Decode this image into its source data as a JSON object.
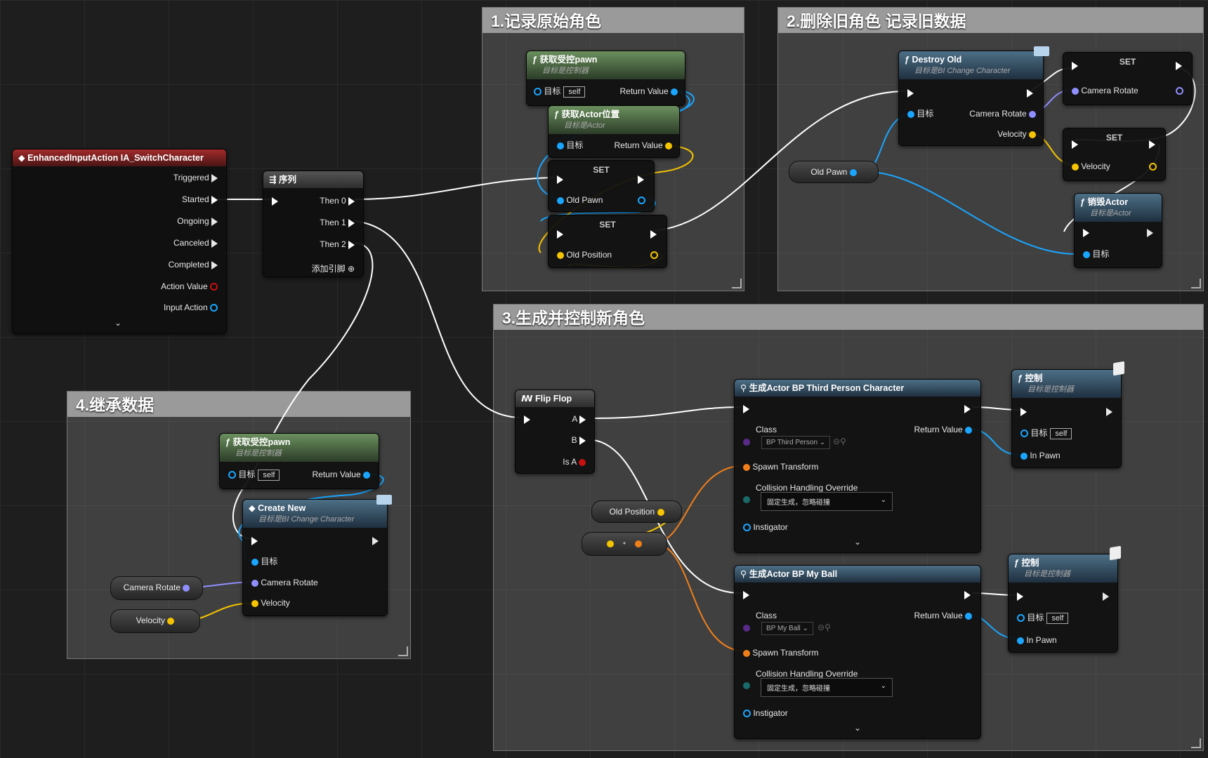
{
  "comments": {
    "c1": "1.记录原始角色",
    "c2": "2.删除旧角色 记录旧数据",
    "c3": "3.生成并控制新角色",
    "c4": "4.继承数据"
  },
  "event_node": {
    "title": "EnhancedInputAction IA_SwitchCharacter",
    "pins": [
      "Triggered",
      "Started",
      "Ongoing",
      "Canceled",
      "Completed",
      "Action Value",
      "Input Action"
    ]
  },
  "sequence": {
    "title": "序列",
    "pins": [
      "Then 0",
      "Then 1",
      "Then 2"
    ],
    "add_pin": "添加引脚"
  },
  "get_pawn_1": {
    "title": "获取受控pawn",
    "subtitle": "目标是控制器",
    "target": "目标",
    "self": "self",
    "ret": "Return Value"
  },
  "get_actor_loc": {
    "title": "获取Actor位置",
    "subtitle": "目标是Actor",
    "target": "目标",
    "ret": "Return Value"
  },
  "set_old_pawn": {
    "title": "SET",
    "var": "Old Pawn"
  },
  "set_old_position": {
    "title": "SET",
    "var": "Old Position"
  },
  "destroy_old": {
    "title": "Destroy Old",
    "subtitle": "目标是BI Change Character",
    "target": "目标",
    "cam": "Camera Rotate",
    "vel": "Velocity"
  },
  "set_cam": {
    "title": "SET",
    "var": "Camera Rotate"
  },
  "set_vel": {
    "title": "SET",
    "var": "Velocity"
  },
  "old_pawn_var": "Old Pawn",
  "destroy_actor": {
    "title": "销毁Actor",
    "subtitle": "目标是Actor",
    "target": "目标"
  },
  "flipflop": {
    "title": "Flip Flop",
    "a": "A",
    "b": "B",
    "isa": "Is A"
  },
  "old_position_var": "Old Position",
  "spawn1": {
    "title": "生成Actor BP Third Person Character",
    "class_label": "Class",
    "class_value": "BP Third Person",
    "ret": "Return Value",
    "spawn": "Spawn Transform",
    "coll": "Collision Handling Override",
    "coll_value": "固定生成，忽略碰撞",
    "inst": "Instigator"
  },
  "spawn2": {
    "title": "生成Actor BP My Ball",
    "class_label": "Class",
    "class_value": "BP My Ball",
    "ret": "Return Value",
    "spawn": "Spawn Transform",
    "coll": "Collision Handling Override",
    "coll_value": "固定生成，忽略碰撞",
    "inst": "Instigator"
  },
  "possess1": {
    "title": "控制",
    "subtitle": "目标是控制器",
    "target": "目标",
    "self": "self",
    "pawn": "In Pawn"
  },
  "possess2": {
    "title": "控制",
    "subtitle": "目标是控制器",
    "target": "目标",
    "self": "self",
    "pawn": "In Pawn"
  },
  "get_pawn_2": {
    "title": "获取受控pawn",
    "subtitle": "目标是控制器",
    "target": "目标",
    "self": "self",
    "ret": "Return Value"
  },
  "create_new": {
    "title": "Create New",
    "subtitle": "目标是BI Change Character",
    "target": "目标",
    "cam": "Camera Rotate",
    "vel": "Velocity"
  },
  "cam_var": "Camera Rotate",
  "vel_var": "Velocity",
  "colors": {
    "exec": "#ffffff",
    "object": "#1aa6ff",
    "vector": "#f5c400",
    "transform": "#f07f1a",
    "rotator": "#8f8fff"
  }
}
